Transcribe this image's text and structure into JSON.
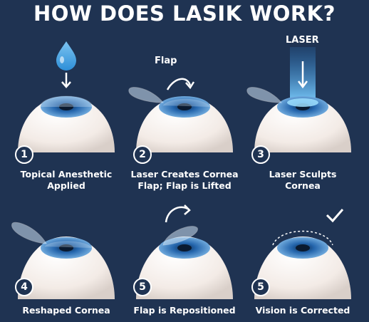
{
  "title": "HOW DOES LASIK WORK?",
  "colors": {
    "background": "#1f3352",
    "iris": "#2d6fb5",
    "cornea": "#cfe3f4",
    "laser": "#3fa9f5",
    "eyeball": "#f5eee9"
  },
  "steps": [
    {
      "number": "1",
      "caption": [
        "Topical Anesthetic",
        "Applied"
      ],
      "icon": "drop-icon"
    },
    {
      "number": "2",
      "caption": [
        "Laser Creates Cornea",
        "Flap; Flap is Lifted"
      ],
      "label": "Flap",
      "icon": "arrow-curved-icon"
    },
    {
      "number": "3",
      "caption": [
        "Laser Sculpts",
        "Cornea"
      ],
      "label": "LASER",
      "icon": "laser-beam-icon"
    },
    {
      "number": "4",
      "caption": [
        "Reshaped Cornea"
      ],
      "icon": "flap-icon"
    },
    {
      "number": "5",
      "caption": [
        "Flap is Repositioned"
      ],
      "icon": "arrow-curved-icon"
    },
    {
      "number": "5",
      "caption": [
        "Vision is Corrected"
      ],
      "icon": "checkmark-icon"
    }
  ]
}
